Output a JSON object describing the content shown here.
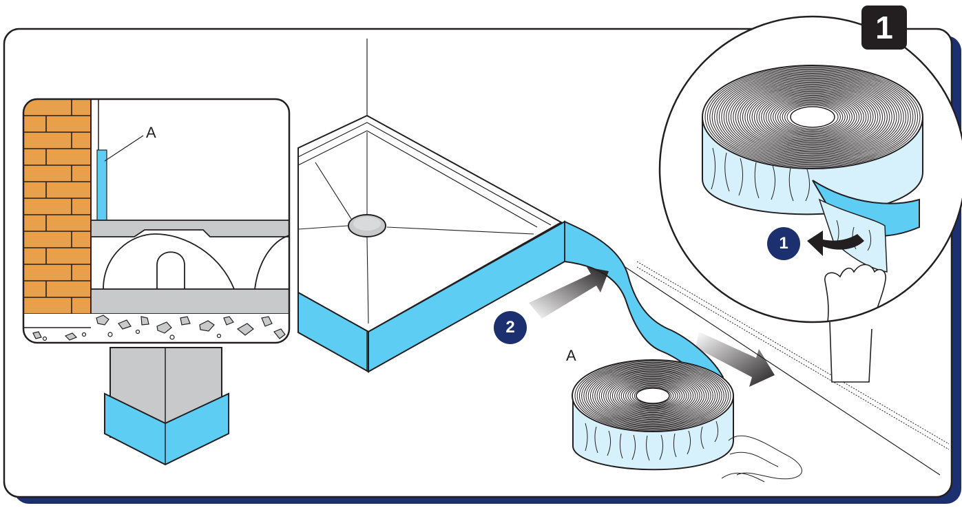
{
  "step_number": "1",
  "labels": {
    "detail_tape_label": "A",
    "roll_label": "A"
  },
  "markers": {
    "peel_step": "1",
    "apply_step": "2"
  },
  "icons": {
    "peel_arrow": "curved-arrow-icon",
    "push_arrow": "gradient-arrow-icon",
    "pull_arrow": "gradient-arrow-icon"
  },
  "colors": {
    "frame_shadow": "#1c2f6e",
    "marker_fill": "#1c2f6e",
    "tape_blue": "#5ecdf3",
    "tape_film": "#d6f1fb",
    "brick": "#e8a04a",
    "grey_layer": "#c8c9cb",
    "outline": "#231f20"
  }
}
